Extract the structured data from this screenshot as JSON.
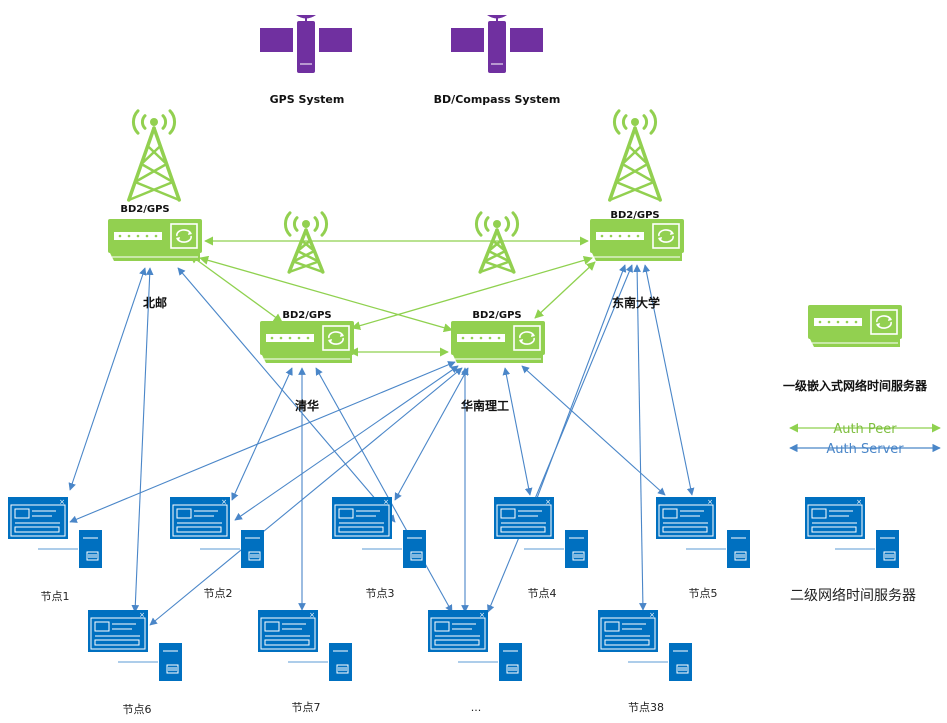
{
  "satellites": [
    {
      "name": "gps",
      "label": "GPS System"
    },
    {
      "name": "bd",
      "label": "BD/Compass System"
    }
  ],
  "servers": [
    {
      "name": "beiyou",
      "tag": "BD2/GPS",
      "label": "北邮"
    },
    {
      "name": "qinghua",
      "tag": "BD2/GPS",
      "label": "清华"
    },
    {
      "name": "huanan",
      "tag": "BD2/GPS",
      "label": "华南理工"
    },
    {
      "name": "dongnan",
      "tag": "BD2/GPS",
      "label": "东南大学"
    }
  ],
  "nodes": [
    {
      "name": "node-1",
      "label": "节点1"
    },
    {
      "name": "node-2",
      "label": "节点2"
    },
    {
      "name": "node-3",
      "label": "节点3"
    },
    {
      "name": "node-4",
      "label": "节点4"
    },
    {
      "name": "node-5",
      "label": "节点5"
    },
    {
      "name": "node-6",
      "label": "节点6"
    },
    {
      "name": "node-7",
      "label": "节点7"
    },
    {
      "name": "node-more",
      "label": "..."
    },
    {
      "name": "node-38",
      "label": "节点38"
    }
  ],
  "legend": {
    "primary_label": "一级嵌入式网络时间服务器",
    "peer_label": "Auth Peer",
    "server_label": "Auth Server",
    "secondary_label": "二级网络时间服务器"
  },
  "colors": {
    "green": "#92d050",
    "green_dark": "#6fa82e",
    "blue": "#0070c0",
    "blue_line": "#4a86c8",
    "purple": "#7030a0",
    "peer_line": "#8fd14f"
  }
}
